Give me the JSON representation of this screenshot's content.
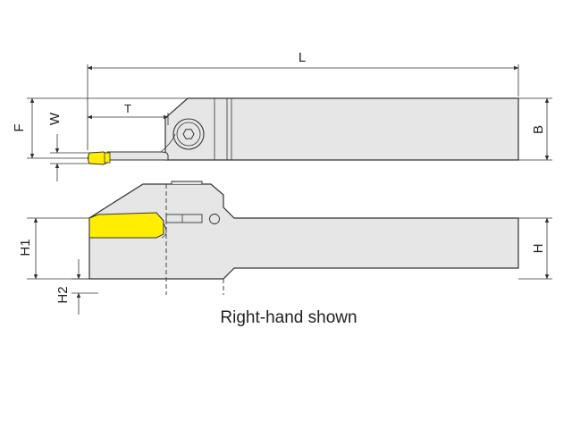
{
  "caption": "Right-hand shown",
  "dimensions": {
    "L": "L",
    "T": "T",
    "F": "F",
    "W": "W",
    "B": "B",
    "H1": "H1",
    "H": "H",
    "H2": "H2"
  },
  "colors": {
    "body_fill": "#e6e6e6",
    "insert_fill": "#ffee00",
    "line": "#333333"
  }
}
